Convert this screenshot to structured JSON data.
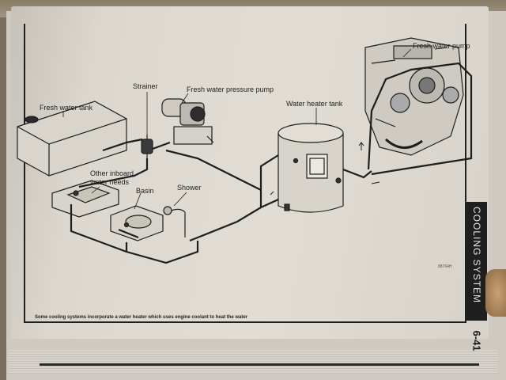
{
  "labels": {
    "fresh_water_tank": "Fresh water tank",
    "strainer": "Strainer",
    "pressure_pump": "Fresh water pressure pump",
    "water_heater_tank": "Water heater tank",
    "fresh_water_pump": "Fresh water pump",
    "other_inboard_1": "Other inboard",
    "other_inboard_2": "water needs",
    "basin": "Basin",
    "shower": "Shower"
  },
  "side_tab": {
    "section": "COOLING SYSTEM",
    "page": "6-41"
  },
  "caption": "Some cooling systems incorporate a water heater which uses engine coolant to heat the water",
  "figure_code": "88764H"
}
